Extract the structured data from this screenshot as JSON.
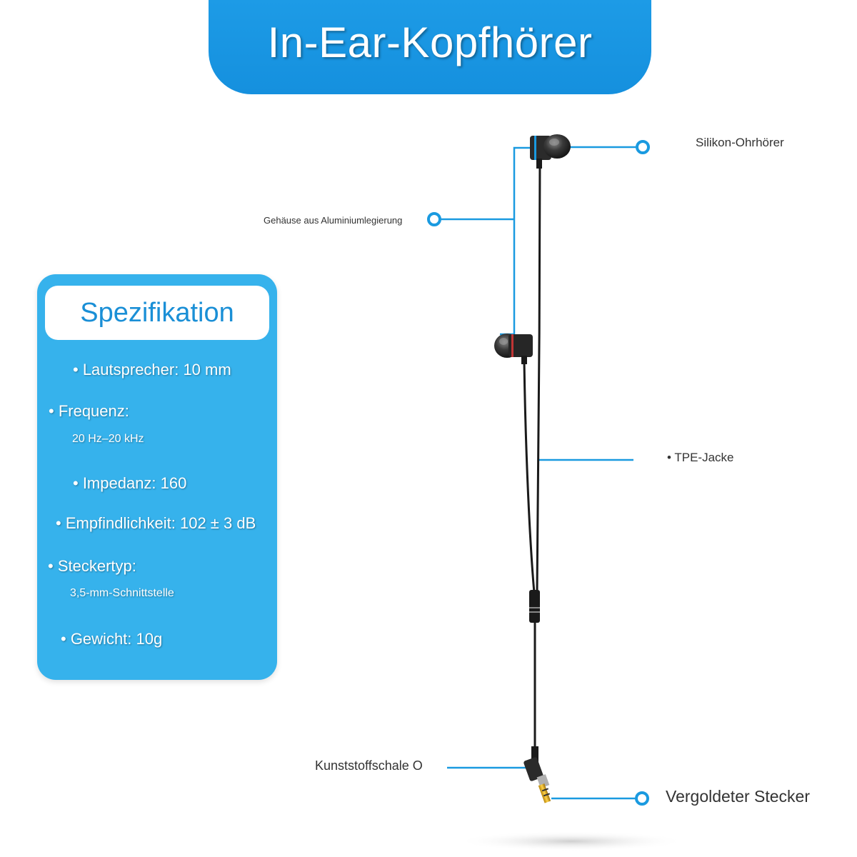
{
  "title": "In-Ear-Kopfhörer",
  "spec": {
    "heading": "Spezifikation",
    "speaker": "• Lautsprecher: 10 mm",
    "frequency_label": "• Frequenz:",
    "frequency_value": "20 Hz–20 kHz",
    "impedance": "• Impedanz: 160",
    "sensitivity": "• Empfindlichkeit: 102 ± 3 dB",
    "plug_label": "• Steckertyp:",
    "plug_value": "3,5-mm-Schnittstelle",
    "weight": "• Gewicht: 10g"
  },
  "callouts": {
    "silicone": "Silikon-Ohrhörer",
    "housing": "Gehäuse aus Aluminiumlegierung",
    "jacket": "• TPE-Jacke",
    "shell": "Kunststoffschale O",
    "plug": "Vergoldeter Stecker"
  },
  "colors": {
    "accent": "#1d9be6",
    "card": "#36b2ec",
    "line": "#1a9ae0"
  }
}
